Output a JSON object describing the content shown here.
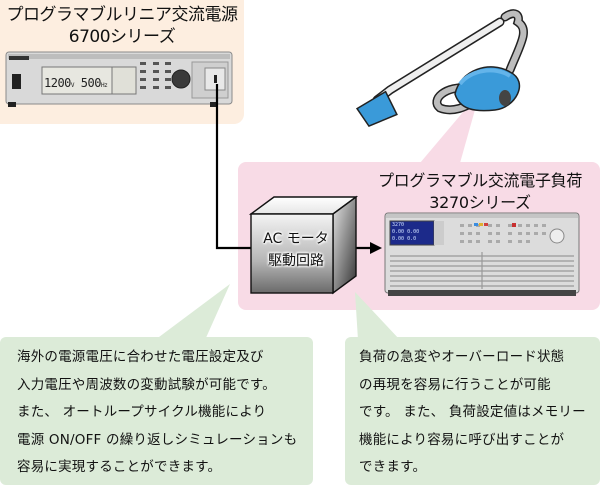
{
  "source": {
    "title_line1": "プログラマブルリニア交流電源",
    "title_line2": "6700シリーズ",
    "display_voltage": "1200",
    "display_voltage_unit": "V",
    "display_freq": "500",
    "display_freq_unit": "Hz"
  },
  "motor_driver": {
    "label_line1": "AC モータ",
    "label_line2": "駆動回路"
  },
  "load": {
    "title_line1": "プログラマブル交流電子負荷",
    "title_line2": "3270シリーズ",
    "display_model": "3270",
    "display_v1": "0.00",
    "display_v2": "0.00",
    "display_a1": "0.00",
    "display_a2": "0.0"
  },
  "device_under_test": {
    "icon": "vacuum-cleaner-icon"
  },
  "callouts": {
    "left": {
      "lines": [
        "海外の電源電圧に合わせた電圧設定及び",
        "入力電圧や周波数の変動試験が可能です。",
        "また、 オートループサイクル機能により",
        "電源 ON/OFF の繰り返しシミュレーションも",
        "容易に実現することができます。"
      ]
    },
    "right": {
      "lines": [
        "負荷の急変やオーバーロード状態",
        "の再現を容易に行うことが可能",
        "です。 また、 負荷設定値はメモリー",
        "機能により容易に呼び出すことが",
        "できます。"
      ]
    }
  },
  "colors": {
    "source_panel": "#fdeee0",
    "load_panel": "#f8dbe6",
    "callout": "#dcebd8",
    "vacuum_body": "#3a9ad9",
    "lcd": "#1c2a8a"
  }
}
